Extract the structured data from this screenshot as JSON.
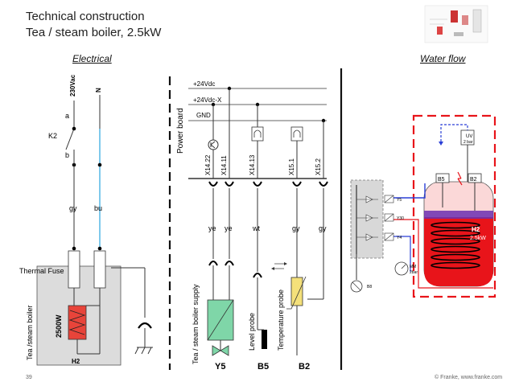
{
  "header": {
    "title_line1": "Technical construction",
    "title_line2": "Tea / steam boiler, 2.5kW"
  },
  "sections": {
    "electrical": "Electrical",
    "water_flow": "Water flow"
  },
  "electrical": {
    "voltage": "230Vac",
    "neutral": "N",
    "contact_a": "a",
    "contact_b": "b",
    "relay": "K2",
    "wire_gy": "gy",
    "wire_bu": "bu",
    "fuse_label": "Thermal Fuse",
    "boiler_label": "Tea /steam boiler",
    "heater_power": "2500W",
    "heater_id": "H2"
  },
  "board": {
    "label": "Power board",
    "rails": [
      "+24Vdc",
      "+24Vdc-X",
      "GND"
    ],
    "connectors": [
      "X14.22",
      "X14.11",
      "X14.13",
      "X15.1",
      "X15.2"
    ],
    "wire_colors": [
      "ye",
      "ye",
      "wt",
      "gy",
      "gy"
    ],
    "supply_label": "Tea / steam boiler supply",
    "level_label": "Level probe",
    "temp_label": "Temperature probe",
    "ids": [
      "Y5",
      "B5",
      "B2"
    ]
  },
  "water": {
    "uv": "UV",
    "uv_sub": "2 bar",
    "probe_left": "B5",
    "probe_right": "B2",
    "heater": "H2",
    "heater_power": "2.5kW",
    "valves": [
      "Y5",
      "Y30",
      "Y4"
    ],
    "manometer": "MM",
    "manometer_sub": "2bar",
    "pump": "B8"
  },
  "footer": {
    "page": "39",
    "copyright": "© Franke, www.franke.com"
  },
  "colors": {
    "red": "#e8141a",
    "blue": "#2a3fd6",
    "valve_green": "#7fd6a8",
    "probe_yellow": "#f4e07a",
    "fuse_box": "#dcdcdc"
  }
}
